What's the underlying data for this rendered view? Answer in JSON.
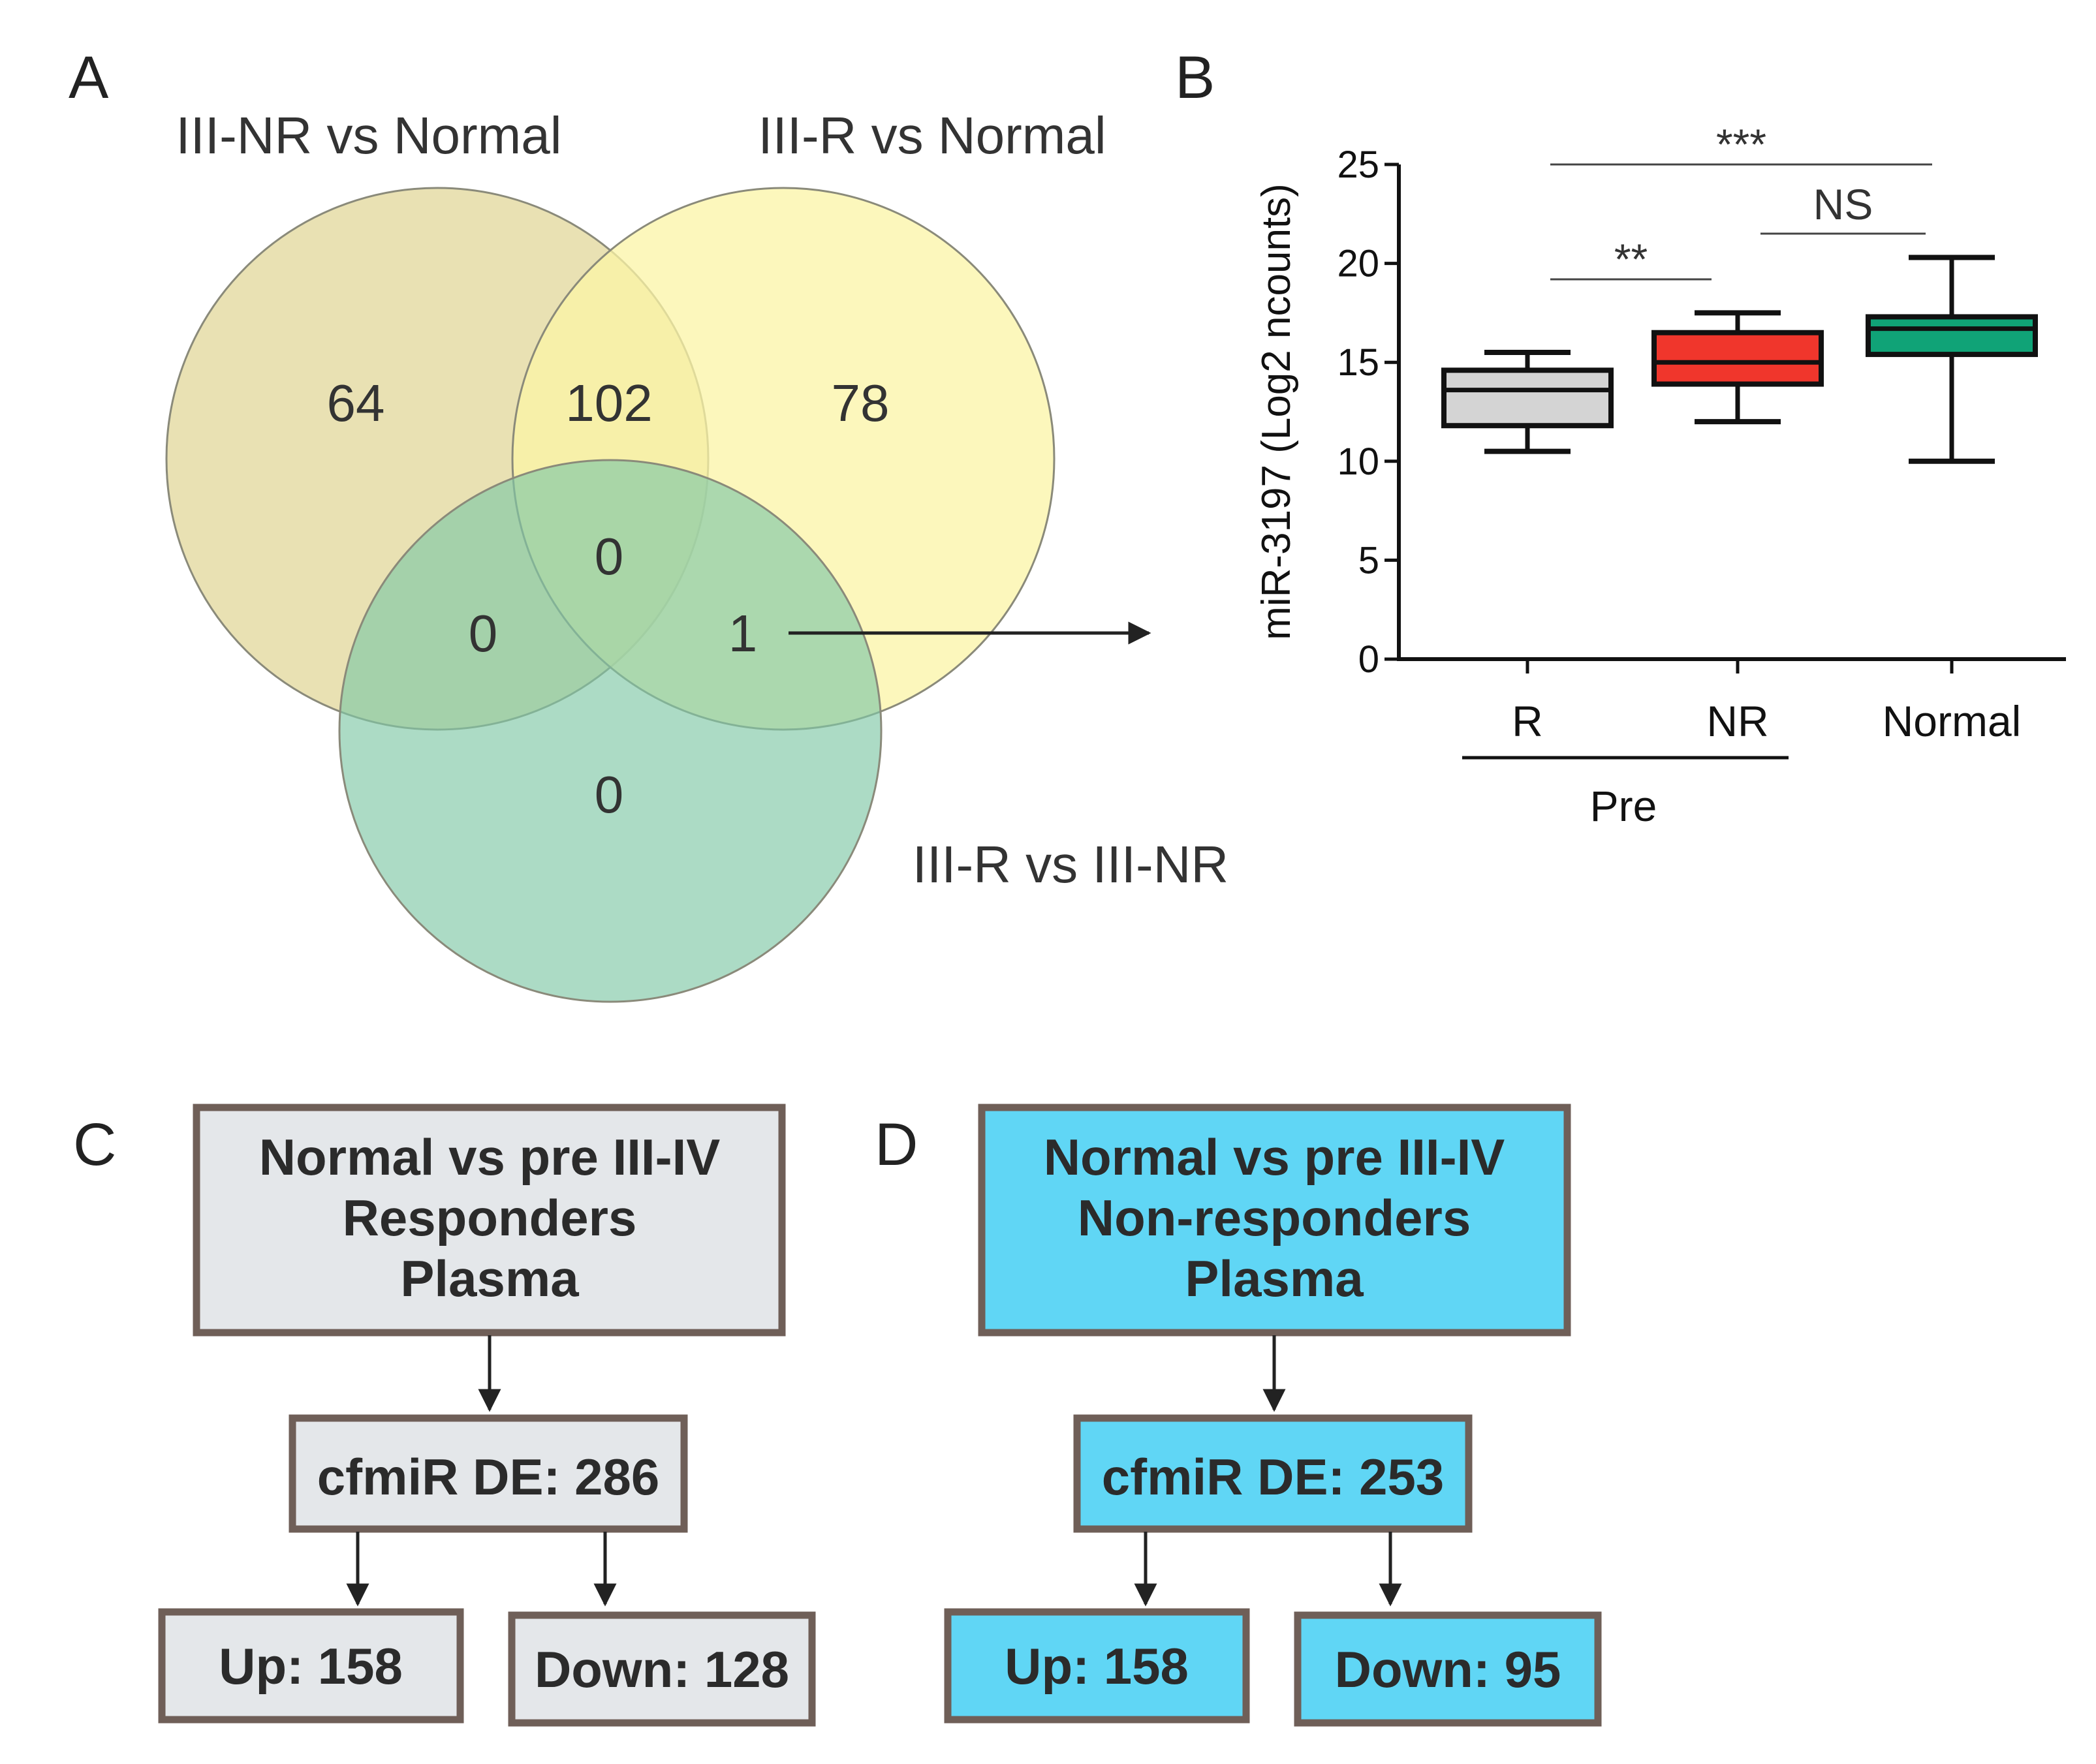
{
  "panels": {
    "a": "A",
    "b": "B",
    "c": "C",
    "d": "D"
  },
  "venn": {
    "sets": [
      {
        "name": "III-NR vs Normal",
        "color": "#e5dca6"
      },
      {
        "name": "III-R vs Normal",
        "color": "#fbf4a6"
      },
      {
        "name": "III-R vs III-NR",
        "color": "#7fc7a6"
      }
    ],
    "regions": {
      "nr_only": "64",
      "nr_r": "102",
      "r_only": "78",
      "all_three": "0",
      "nr_rnr": "0",
      "r_rnr": "1",
      "rnr_only": "0"
    }
  },
  "chart_data": {
    "type": "box",
    "ylabel": "miR-3197 (Log2 ncounts)",
    "ylim": [
      0,
      25
    ],
    "yticks": [
      0,
      5,
      10,
      15,
      20,
      25
    ],
    "categories": [
      "R",
      "NR",
      "Normal"
    ],
    "group_label": "Pre",
    "grid": false,
    "boxes": [
      {
        "name": "R",
        "min": 10.5,
        "q1": 11.8,
        "median": 13.6,
        "q3": 14.6,
        "max": 15.5,
        "color": "#d4d4d4"
      },
      {
        "name": "NR",
        "min": 12.0,
        "q1": 13.9,
        "median": 15.0,
        "q3": 16.5,
        "max": 17.5,
        "color": "#f0362c"
      },
      {
        "name": "Normal",
        "min": 10.0,
        "q1": 15.4,
        "median": 16.7,
        "q3": 17.3,
        "max": 20.3,
        "color": "#10a377"
      }
    ],
    "comparisons": [
      {
        "from": "R",
        "to": "NR",
        "label": "**"
      },
      {
        "from": "NR",
        "to": "Normal",
        "label": "NS"
      },
      {
        "from": "R",
        "to": "Normal",
        "label": "***"
      }
    ]
  },
  "flows": {
    "c": {
      "color": "#e4e7ea",
      "top": [
        "Normal vs pre III-IV",
        "Responders",
        "Plasma"
      ],
      "de": "cfmiR DE: 286",
      "up": "Up: 158",
      "down": "Down: 128"
    },
    "d": {
      "color": "#60d6f5",
      "top": [
        "Normal vs pre III-IV",
        "Non-responders",
        "Plasma"
      ],
      "de": "cfmiR DE: 253",
      "up": "Up: 158",
      "down": "Down: 95"
    },
    "border_color": "#6f5f58"
  }
}
